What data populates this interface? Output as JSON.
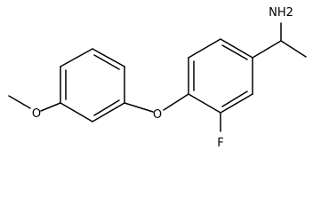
{
  "molecule": {
    "atom_labels": {
      "amine": "NH2",
      "fluorine": "F",
      "ether_oxygen": "O",
      "methoxy_oxygen": "O"
    },
    "colors": {
      "bond": "#000000",
      "label": "#000000",
      "background": "#ffffff"
    }
  }
}
